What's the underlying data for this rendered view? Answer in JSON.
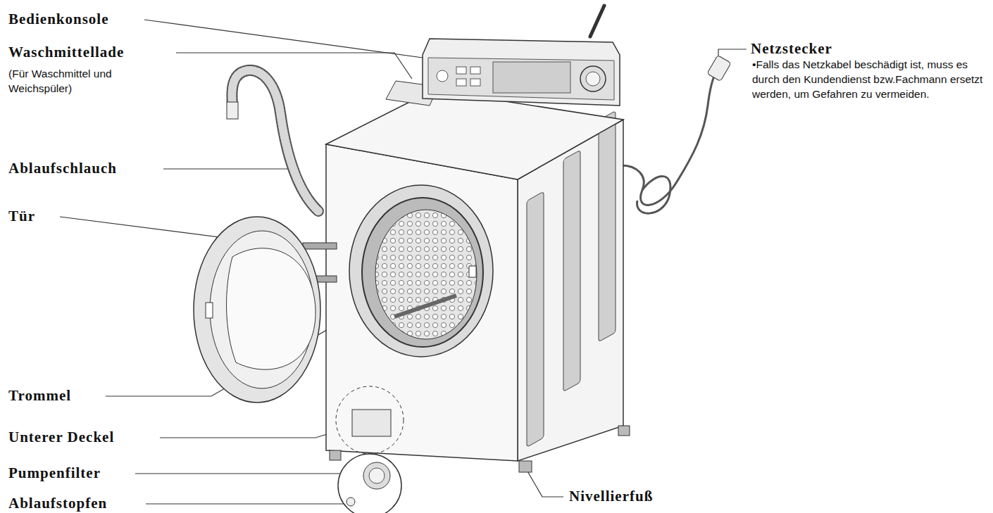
{
  "diagram": {
    "labels": [
      "Bedienkonsole",
      "Waschmittellade",
      "(Für Waschmittel und Weichspüler)",
      "Ablaufschlauch",
      "Tür",
      "Trommel",
      "Unterer Deckel",
      "Pumpenfilter",
      "Ablaufstopfen",
      "Netzstecker",
      "•Falls das Netzkabel beschädigt ist, muss es durch den Kundendienst bzw.Fachmann ersetzt werden, um Gefahren zu vermeiden.",
      "Nivellierfuß"
    ]
  }
}
